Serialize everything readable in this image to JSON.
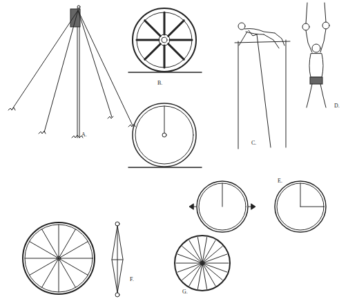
{
  "diagram": {
    "labels": [
      "A.",
      "B.",
      "C.",
      "D.",
      "E.",
      "F.",
      "G."
    ]
  }
}
